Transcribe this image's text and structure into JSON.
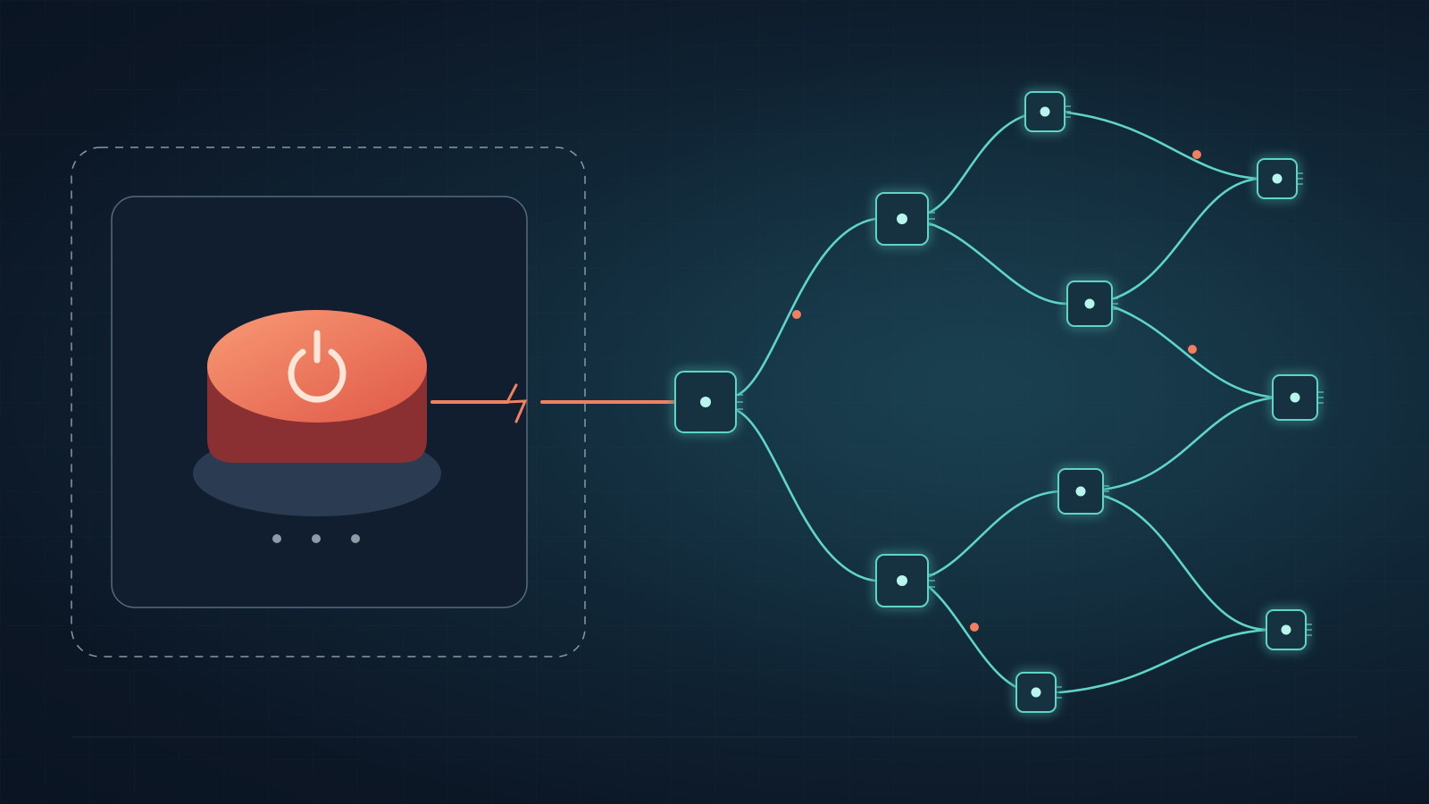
{
  "colors": {
    "background": "#0f2131",
    "link": "#5fd4c8",
    "node_fill": "#143140",
    "node_dot": "#b8f5ec",
    "accent": "#f0805f",
    "button_top": "#f08a68",
    "button_side": "#8a3032",
    "button_base": "#2b3b52",
    "panel_fill": "#111e2f",
    "panel_border": "#556a80",
    "dashed_border": "#8a97a6",
    "indicator_dots": "#8f9aa8"
  },
  "icons": {
    "power": "power-icon",
    "break": "broken-link-icon"
  },
  "diagram": {
    "type": "tree",
    "nodes": [
      "root",
      "upper-hub",
      "lower-hub",
      "upper-top",
      "upper-mid",
      "lower-mid",
      "lower-bottom",
      "leaf-1",
      "leaf-2",
      "leaf-3"
    ],
    "edges": [
      [
        "root",
        "upper-hub"
      ],
      [
        "root",
        "lower-hub"
      ],
      [
        "upper-hub",
        "upper-top"
      ],
      [
        "upper-hub",
        "upper-mid"
      ],
      [
        "upper-top",
        "leaf-1"
      ],
      [
        "upper-mid",
        "leaf-1"
      ],
      [
        "upper-mid",
        "leaf-2"
      ],
      [
        "lower-hub",
        "lower-mid"
      ],
      [
        "lower-hub",
        "lower-bottom"
      ],
      [
        "lower-mid",
        "leaf-2"
      ],
      [
        "lower-mid",
        "leaf-3"
      ],
      [
        "lower-bottom",
        "leaf-3"
      ]
    ]
  }
}
